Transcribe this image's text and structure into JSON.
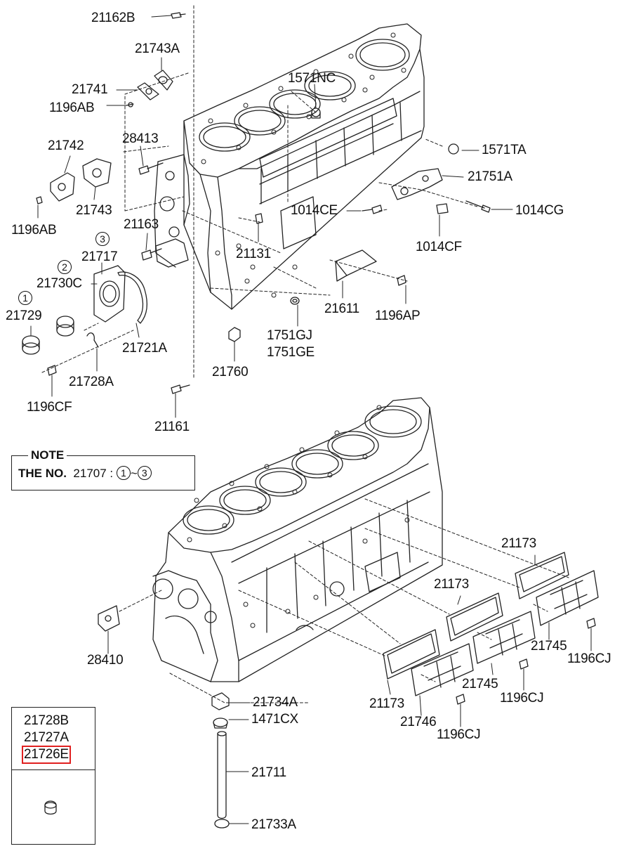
{
  "labels": {
    "p21162B": "21162B",
    "p21743A": "21743A",
    "p21741": "21741",
    "p1196AB_top": "1196AB",
    "p1571NC": "1571NC",
    "p1571TA": "1571TA",
    "p21742": "21742",
    "p28413": "28413",
    "p21751A": "21751A",
    "p21743": "21743",
    "p1196AB": "1196AB",
    "p1014CE": "1014CE",
    "p1014CG": "1014CG",
    "p21163": "21163",
    "p1014CF": "1014CF",
    "p21717": "21717",
    "p21131": "21131",
    "p21730C": "21730C",
    "p21729": "21729",
    "p21611": "21611",
    "p1196AP": "1196AP",
    "p1751GJ": "1751GJ",
    "p1751GE": "1751GE",
    "p21721A": "21721A",
    "p21760": "21760",
    "p21728A": "21728A",
    "p1196CF": "1196CF",
    "p21161": "21161",
    "p21173_a": "21173",
    "p21173_b": "21173",
    "p21173_c": "21173",
    "p21745_a": "21745",
    "p21745_b": "21745",
    "p1196CJ_a": "1196CJ",
    "p1196CJ_b": "1196CJ",
    "p1196CJ_c": "1196CJ",
    "p21746": "21746",
    "p28410": "28410",
    "p21734A": "21734A",
    "p1471CX": "1471CX",
    "p21711": "21711",
    "p21733A": "21733A"
  },
  "circled": {
    "c1": "1",
    "c2": "2",
    "c3": "3"
  },
  "note": {
    "title": "NOTE",
    "prefix": "THE NO.",
    "part": "21707",
    "colon": ":",
    "from": "1",
    "tilde": "~",
    "to": "3"
  },
  "legend": {
    "items": [
      "21728B",
      "21727A",
      "21726E"
    ],
    "highlighted": "21726E"
  },
  "colors": {
    "line": "#222222",
    "highlight": "#e02020"
  }
}
